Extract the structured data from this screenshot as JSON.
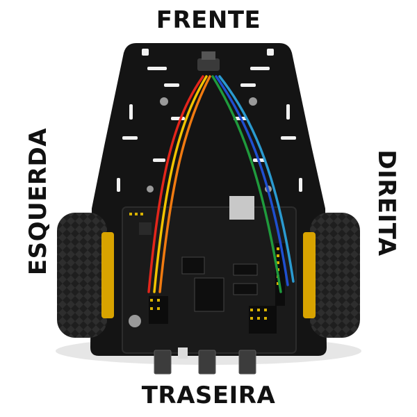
{
  "labels": {
    "front": "FRENTE",
    "rear": "TRASEIRA",
    "left": "ESQUERDA",
    "right": "DIREITA"
  },
  "colors": {
    "chassis": "#141414",
    "board": "#1a1a1a",
    "tire": "#1e1e1e",
    "hub": "#d8a300",
    "wire_red": "#e3261b",
    "wire_yellow": "#f2c200",
    "wire_orange": "#f07a10",
    "wire_green": "#1f9a3c",
    "wire_blue": "#1f4fcf"
  }
}
